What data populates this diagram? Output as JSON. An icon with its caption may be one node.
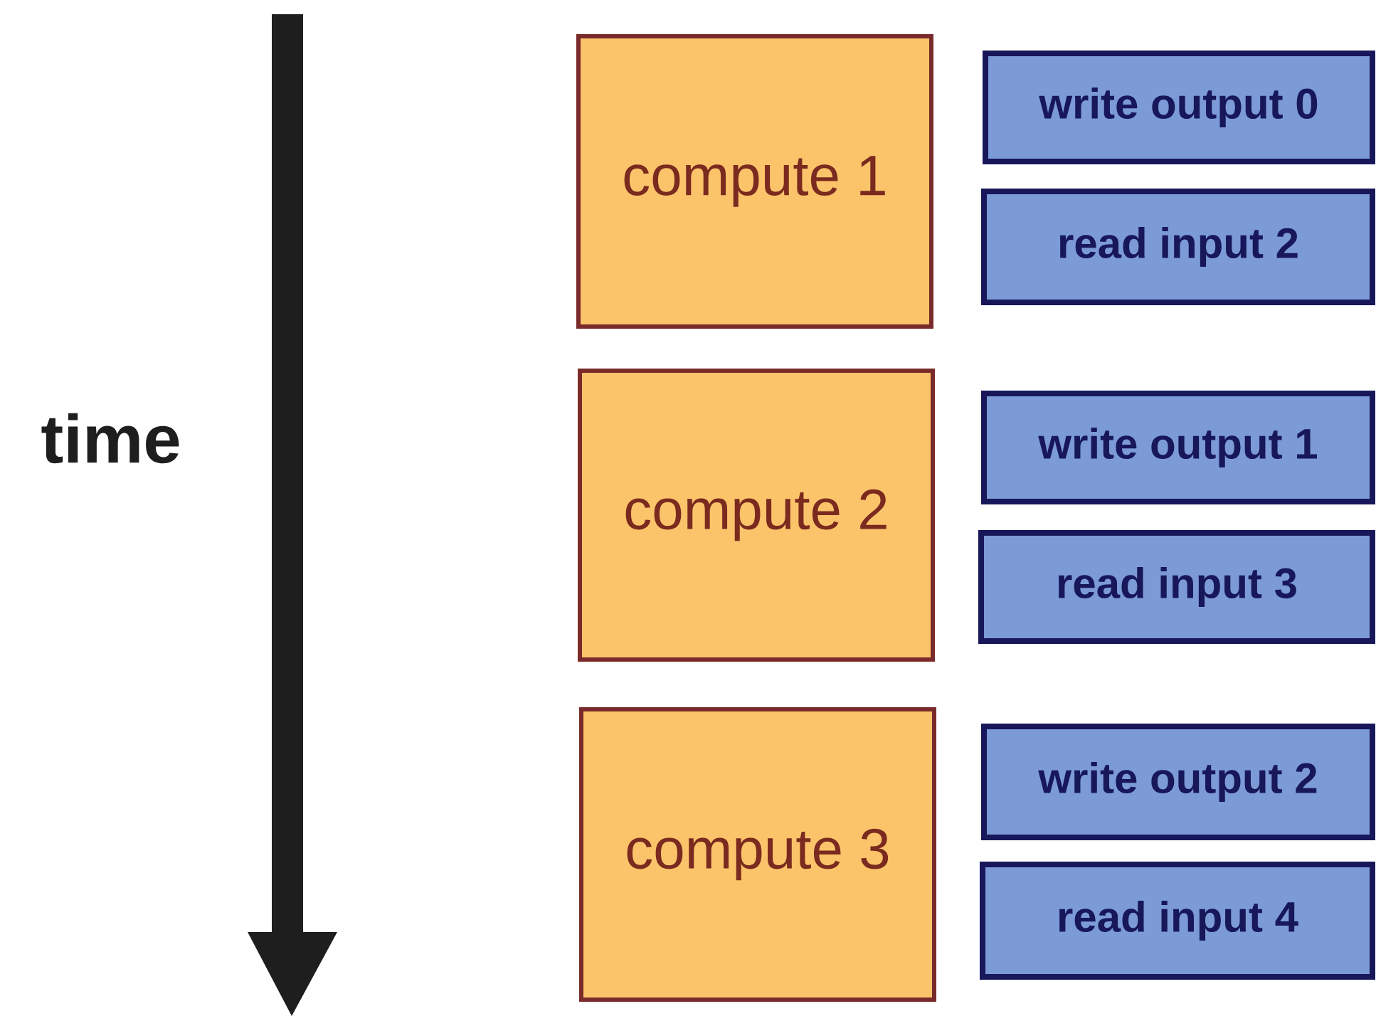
{
  "diagram": {
    "nodes": [
      {
        "text": [
          "compute 1"
        ]
      },
      {
        "text": [
          "write output 0"
        ]
      },
      {
        "text": [
          "read input 2"
        ]
      },
      {
        "text": [
          "compute 2"
        ]
      },
      {
        "text": [
          "write output 1"
        ]
      },
      {
        "text": [
          "read input 3"
        ]
      },
      {
        "text": [
          "compute 3"
        ]
      },
      {
        "text": [
          "write output 2"
        ]
      },
      {
        "text": [
          "read input 4"
        ]
      }
    ],
    "edges": [],
    "labels": [
      "time"
    ]
  }
}
